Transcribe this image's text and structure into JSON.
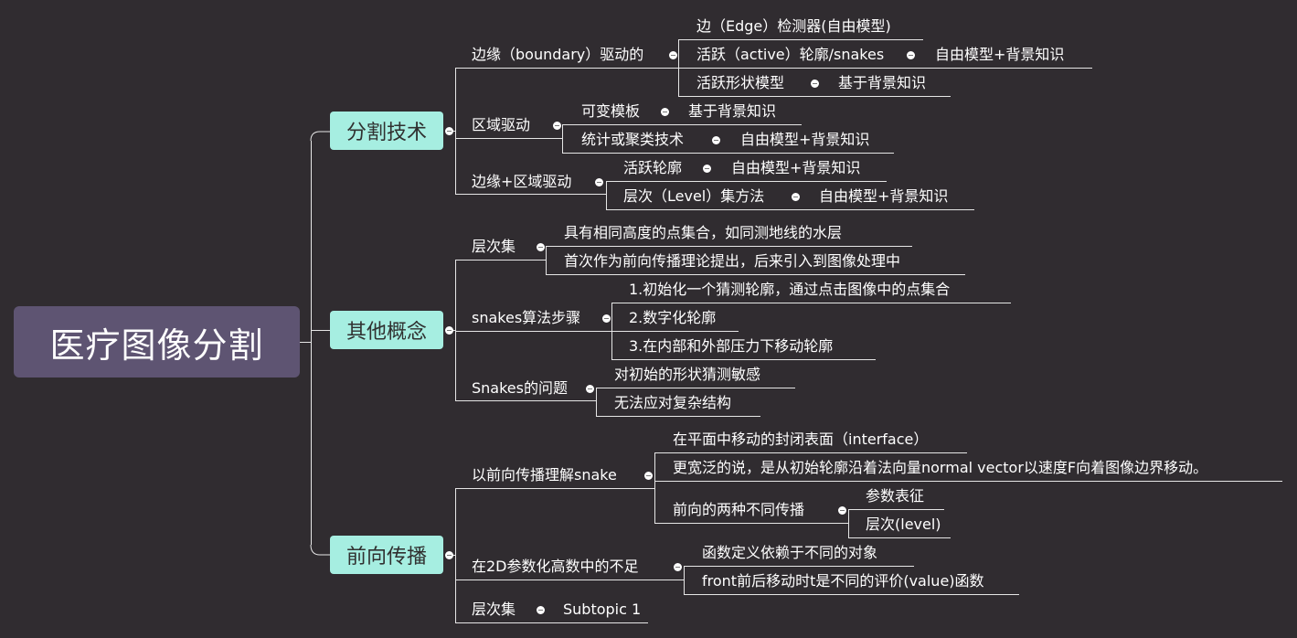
{
  "root": {
    "label": "医疗图像分割"
  },
  "branches": [
    {
      "label": "分割技术",
      "children": [
        {
          "label": "边缘（boundary）驱动的",
          "children": [
            {
              "label": "边（Edge）检测器(自由模型)"
            },
            {
              "label": "活跃（active）轮廓/snakes",
              "children": [
                {
                  "label": "自由模型+背景知识"
                }
              ]
            },
            {
              "label": "活跃形状模型",
              "children": [
                {
                  "label": "基于背景知识"
                }
              ]
            }
          ]
        },
        {
          "label": "区域驱动",
          "children": [
            {
              "label": "可变模板",
              "children": [
                {
                  "label": "基于背景知识"
                }
              ]
            },
            {
              "label": "统计或聚类技术",
              "children": [
                {
                  "label": "自由模型+背景知识"
                }
              ]
            }
          ]
        },
        {
          "label": "边缘+区域驱动",
          "children": [
            {
              "label": "活跃轮廓",
              "children": [
                {
                  "label": "自由模型+背景知识"
                }
              ]
            },
            {
              "label": "层次（Level）集方法",
              "children": [
                {
                  "label": "自由模型+背景知识"
                }
              ]
            }
          ]
        }
      ]
    },
    {
      "label": "其他概念",
      "children": [
        {
          "label": "层次集",
          "children": [
            {
              "label": "具有相同高度的点集合，如同测地线的水层"
            },
            {
              "label": "首次作为前向传播理论提出，后来引入到图像处理中"
            }
          ]
        },
        {
          "label": "snakes算法步骤",
          "children": [
            {
              "label": "1.初始化一个猜测轮廓，通过点击图像中的点集合"
            },
            {
              "label": "2.数字化轮廓"
            },
            {
              "label": "3.在内部和外部压力下移动轮廓"
            }
          ]
        },
        {
          "label": "Snakes的问题",
          "children": [
            {
              "label": "对初始的形状猜测敏感"
            },
            {
              "label": "无法应对复杂结构"
            }
          ]
        }
      ]
    },
    {
      "label": "前向传播",
      "children": [
        {
          "label": "以前向传播理解snake",
          "children": [
            {
              "label": "在平面中移动的封闭表面（interface）"
            },
            {
              "label": "更宽泛的说，是从初始轮廓沿着法向量normal vector以速度F向着图像边界移动。"
            },
            {
              "label": "前向的两种不同传播",
              "children": [
                {
                  "label": "参数表征"
                },
                {
                  "label": "层次(level)"
                }
              ]
            }
          ]
        },
        {
          "label": "在2D参数化高数中的不足",
          "children": [
            {
              "label": "函数定义依赖于不同的对象"
            },
            {
              "label": "front前后移动时t是不同的评价(value)函数"
            }
          ]
        },
        {
          "label": "层次集",
          "children": [
            {
              "label": "Subtopic 1"
            }
          ]
        }
      ]
    }
  ],
  "colors": {
    "background": "#302c30",
    "root": "#5e5472",
    "main": "#a6eee1",
    "line": "#e6e6e6"
  }
}
